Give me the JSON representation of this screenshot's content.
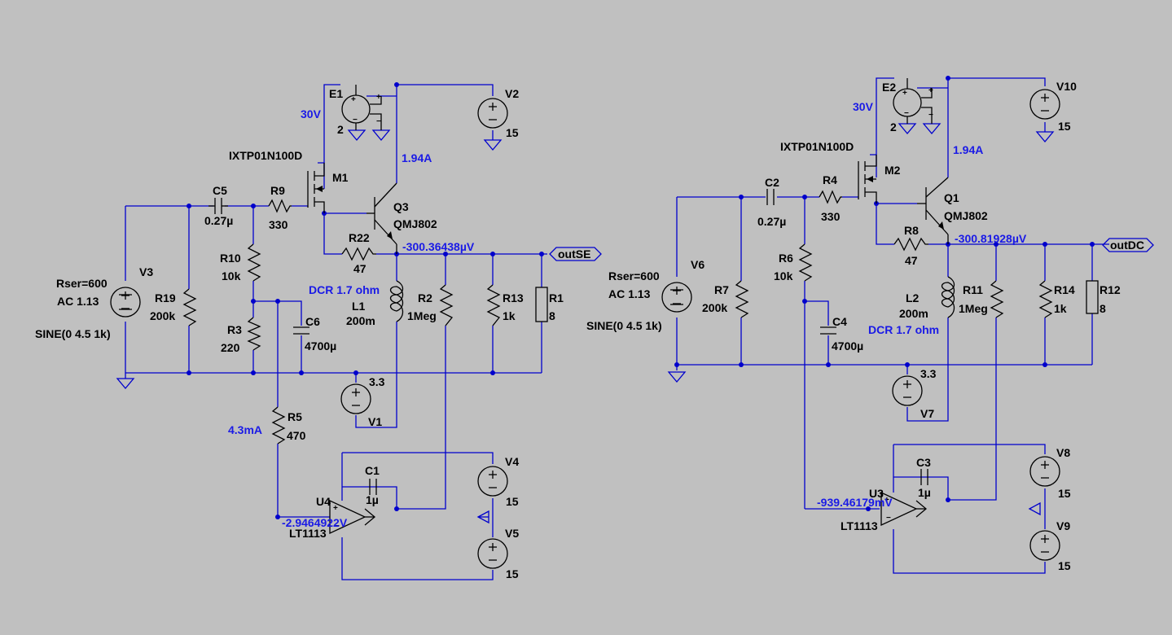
{
  "left": {
    "e1": {
      "name": "E1",
      "gain": "2"
    },
    "v2": {
      "name": "V2",
      "value": "15"
    },
    "volt_30": "30V",
    "m1": {
      "model": "IXTP01N100D",
      "name": "M1"
    },
    "current_q3": "1.94A",
    "q3": {
      "name": "Q3",
      "model": "QMJ802"
    },
    "c5": {
      "name": "C5",
      "value": "0.27µ"
    },
    "r9": {
      "name": "R9",
      "value": "330"
    },
    "r22": {
      "name": "R22",
      "value": "47"
    },
    "out_voltage": "-300.36438µV",
    "out_label": "outSE",
    "v3": {
      "rser": "Rser=600",
      "ac": "AC 1.13",
      "name": "V3",
      "sine": "SINE(0 4.5 1k)"
    },
    "r19": {
      "name": "R19",
      "value": "200k"
    },
    "r10": {
      "name": "R10",
      "value": "10k"
    },
    "r3": {
      "name": "R3",
      "value": "220"
    },
    "c6": {
      "name": "C6",
      "value": "4700µ"
    },
    "l1": {
      "dcr": "DCR 1.7 ohm",
      "name": "L1",
      "value": "200m"
    },
    "r2": {
      "name": "R2",
      "value": "1Meg"
    },
    "r13": {
      "name": "R13",
      "value": "1k"
    },
    "r1": {
      "name": "R1",
      "value": "8"
    },
    "v1": {
      "value": "3.3",
      "name": "V1"
    },
    "r5": {
      "name": "R5",
      "value": "470"
    },
    "current_r5": "4.3mA",
    "c1": {
      "name": "C1",
      "value": "1µ"
    },
    "u4": {
      "name": "U4",
      "model": "LT1113",
      "voltage": "-2.9464922V"
    },
    "v4": {
      "name": "V4",
      "value": "15"
    },
    "v5": {
      "name": "V5",
      "value": "15"
    }
  },
  "right": {
    "e2": {
      "name": "E2",
      "gain": "2"
    },
    "v10": {
      "name": "V10",
      "value": "15"
    },
    "volt_30": "30V",
    "m2": {
      "model": "IXTP01N100D",
      "name": "M2"
    },
    "current_q1": "1.94A",
    "q1": {
      "name": "Q1",
      "model": "QMJ802"
    },
    "c2": {
      "name": "C2",
      "value": "0.27µ"
    },
    "r4": {
      "name": "R4",
      "value": "330"
    },
    "r8": {
      "name": "R8",
      "value": "47"
    },
    "out_voltage": "-300.81928µV",
    "out_label": "outDC",
    "v6": {
      "rser": "Rser=600",
      "ac": "AC 1.13",
      "name": "V6",
      "sine": "SINE(0 4.5 1k)"
    },
    "r7": {
      "name": "R7",
      "value": "200k"
    },
    "r6": {
      "name": "R6",
      "value": "10k"
    },
    "c4": {
      "name": "C4",
      "value": "4700µ"
    },
    "l2": {
      "name": "L2",
      "value": "200m",
      "dcr": "DCR 1.7 ohm"
    },
    "r11": {
      "name": "R11",
      "value": "1Meg"
    },
    "r14": {
      "name": "R14",
      "value": "1k"
    },
    "r12": {
      "name": "R12",
      "value": "8"
    },
    "v7": {
      "value": "3.3",
      "name": "V7"
    },
    "c3": {
      "name": "C3",
      "value": "1µ"
    },
    "u3": {
      "name": "U3",
      "model": "LT1113",
      "voltage": "-939.46179mV"
    },
    "v8": {
      "name": "V8",
      "value": "15"
    },
    "v9": {
      "name": "V9",
      "value": "15"
    }
  }
}
